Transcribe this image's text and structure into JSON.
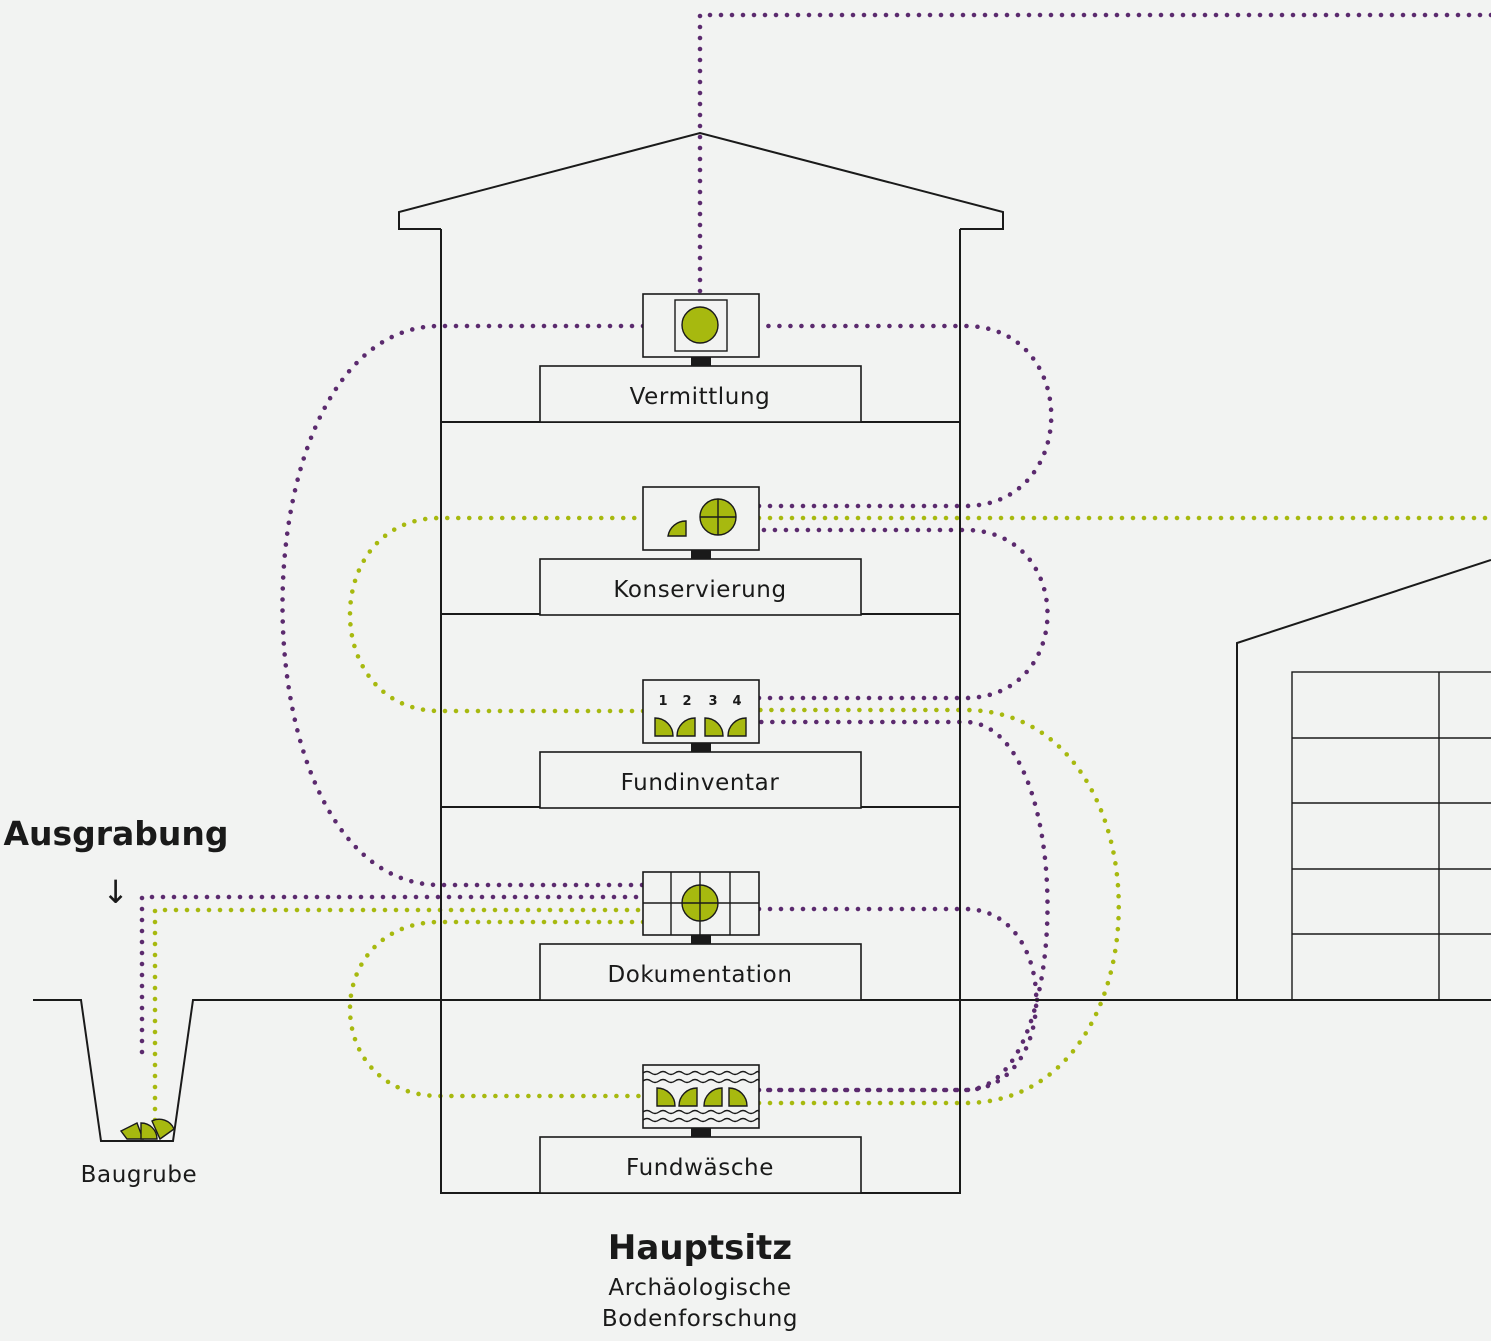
{
  "colors": {
    "purple_path": "#5b2a6e",
    "green_path": "#a7b90f",
    "artifact_green": "#a7b90f",
    "background": "#f2f3f2",
    "ink": "#1a1a1a"
  },
  "excavation": {
    "title": "Ausgrabung",
    "arrow": "↓",
    "pit_label": "Baugrube"
  },
  "departments": [
    {
      "key": "vermittlung",
      "label": "Vermittlung",
      "icon": "display-circle-icon"
    },
    {
      "key": "konservierung",
      "label": "Konservierung",
      "icon": "restored-fragments-icon"
    },
    {
      "key": "fundinventar",
      "label": "Fundinventar",
      "icon": "numbered-fragments-icon",
      "numbers": [
        "1",
        "2",
        "3",
        "4"
      ]
    },
    {
      "key": "dokumentation",
      "label": "Dokumentation",
      "icon": "grid-crosshair-icon"
    },
    {
      "key": "fundwaesche",
      "label": "Fundwäsche",
      "icon": "washing-water-icon"
    }
  ],
  "headquarters": {
    "title": "Hauptsitz",
    "subtitle_line1": "Archäologische",
    "subtitle_line2": "Bodenforschung"
  }
}
